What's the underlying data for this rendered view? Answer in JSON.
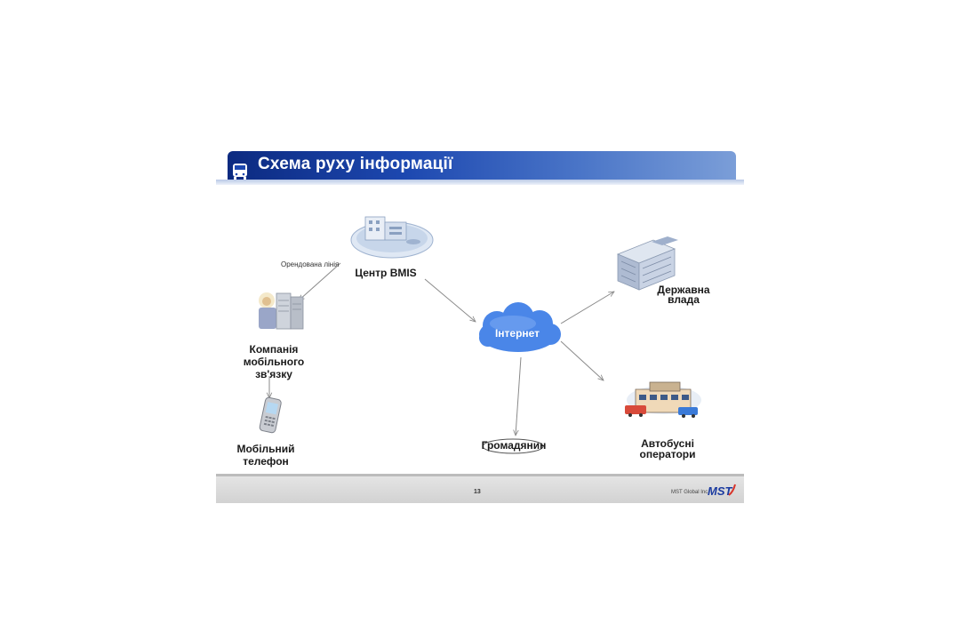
{
  "title": "Схема руху інформації",
  "nodes": {
    "bmis_center": "Центр BMIS",
    "leased_line": "Орендована лінія",
    "mobile_company": [
      "Компанія",
      "мобільного",
      "зв'язку"
    ],
    "mobile_phone": [
      "Мобільний",
      "телефон"
    ],
    "internet": "Інтернет",
    "citizen": "Громадянин",
    "government": [
      "Державна",
      "влада"
    ],
    "bus_operators": [
      "Автобусні",
      "оператори"
    ]
  },
  "footer": {
    "page_number": "13",
    "company": "MST Global Inc.",
    "logo": "MST"
  },
  "colors": {
    "title_dark": "#0c2a80",
    "title_light": "#7b9ed8",
    "cloud": "#4a86e8",
    "arrow": "#8a8a8a"
  },
  "icons": [
    "bus-icon",
    "server-building-icon",
    "office-worker-icon",
    "mobile-phone-icon",
    "cloud-icon",
    "office-building-icon",
    "bus-depot-icon"
  ]
}
